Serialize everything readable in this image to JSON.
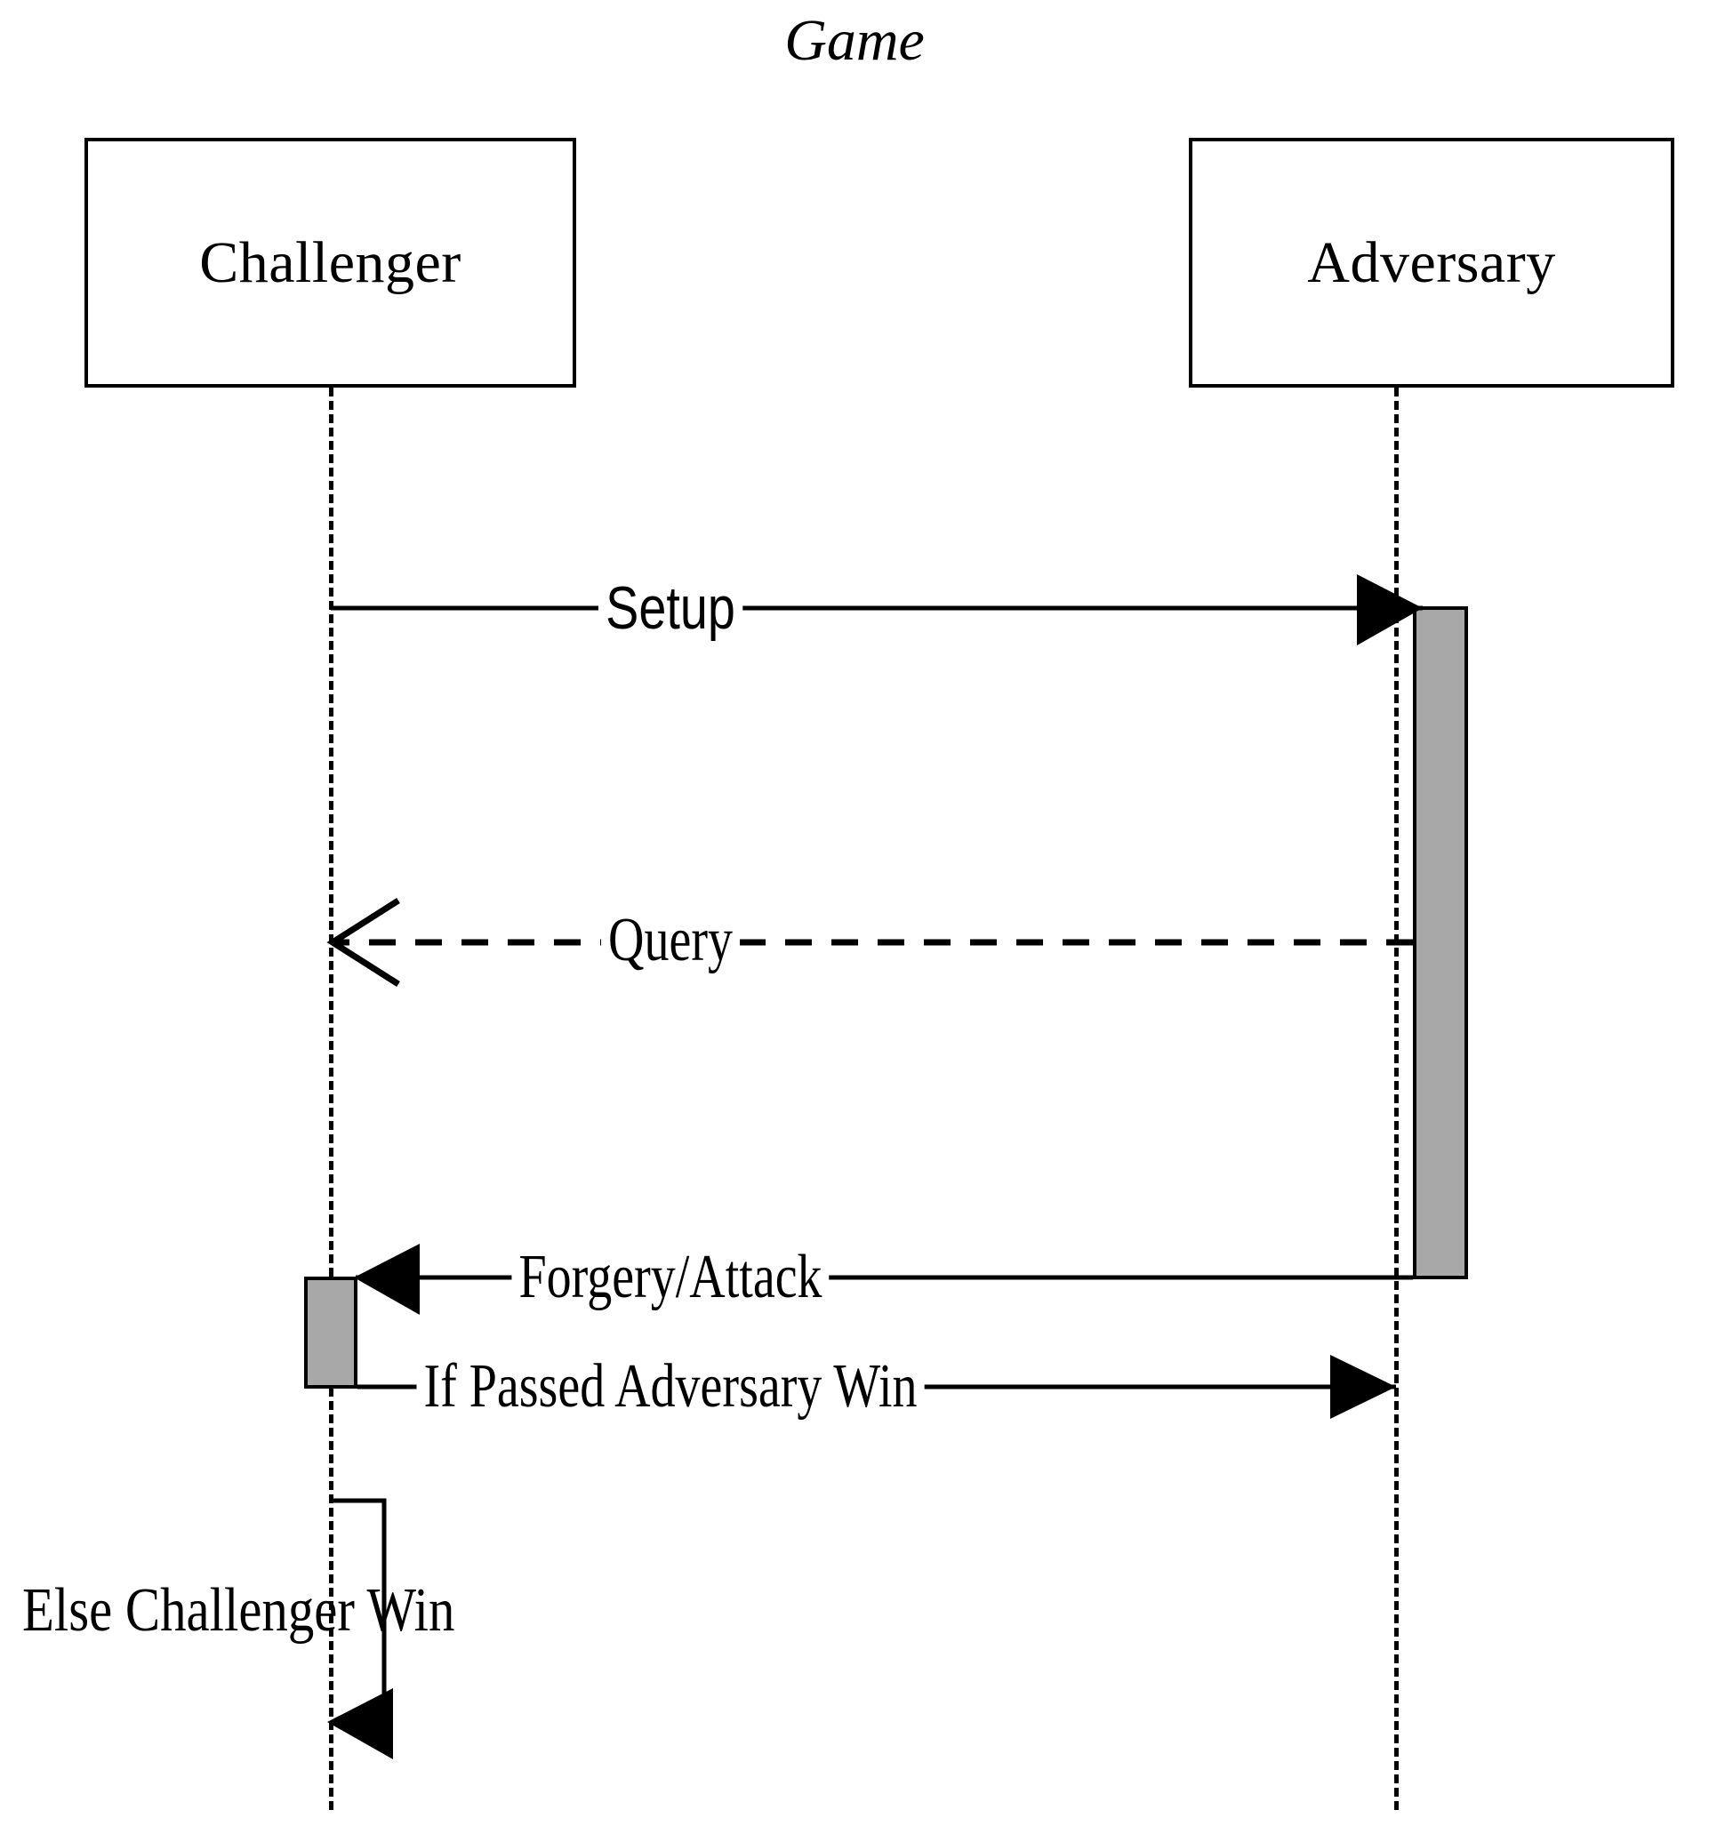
{
  "diagram": {
    "type": "uml-sequence-diagram",
    "title": "Game",
    "background_color": "#ffffff",
    "line_color": "#000000",
    "activation_fill_color": "#a8a8a8"
  },
  "participants": [
    {
      "id": "challenger",
      "label": "Challenger"
    },
    {
      "id": "adversary",
      "label": "Adversary"
    }
  ],
  "messages": [
    {
      "id": "setup",
      "label": "Setup",
      "from": "challenger",
      "to": "adversary",
      "line_style": "solid",
      "arrow_head": "filled-triangle",
      "direction": "right"
    },
    {
      "id": "query",
      "label": "Query",
      "from": "adversary",
      "to": "challenger",
      "line_style": "dashed",
      "arrow_head": "open-v",
      "direction": "left"
    },
    {
      "id": "forgery-attack",
      "label": "Forgery/Attack",
      "from": "adversary",
      "to": "challenger",
      "line_style": "solid",
      "arrow_head": "filled-triangle",
      "direction": "left"
    },
    {
      "id": "if-passed-adversary-win",
      "label": "If Passed Adversary Win",
      "from": "challenger",
      "to": "adversary",
      "line_style": "solid",
      "arrow_head": "filled-triangle",
      "direction": "right"
    },
    {
      "id": "else-challenger-win",
      "label": "Else Challenger Win",
      "from": "challenger",
      "to": "challenger",
      "line_style": "solid",
      "arrow_head": "filled-triangle",
      "direction": "self-loop"
    }
  ],
  "activations": [
    {
      "id": "adversary-activation",
      "participant": "adversary",
      "starts_at_message": "setup",
      "ends_at_message": "forgery-attack"
    },
    {
      "id": "challenger-activation",
      "participant": "challenger",
      "starts_at_message": "forgery-attack",
      "ends_at_message": "if-passed-adversary-win"
    }
  ]
}
